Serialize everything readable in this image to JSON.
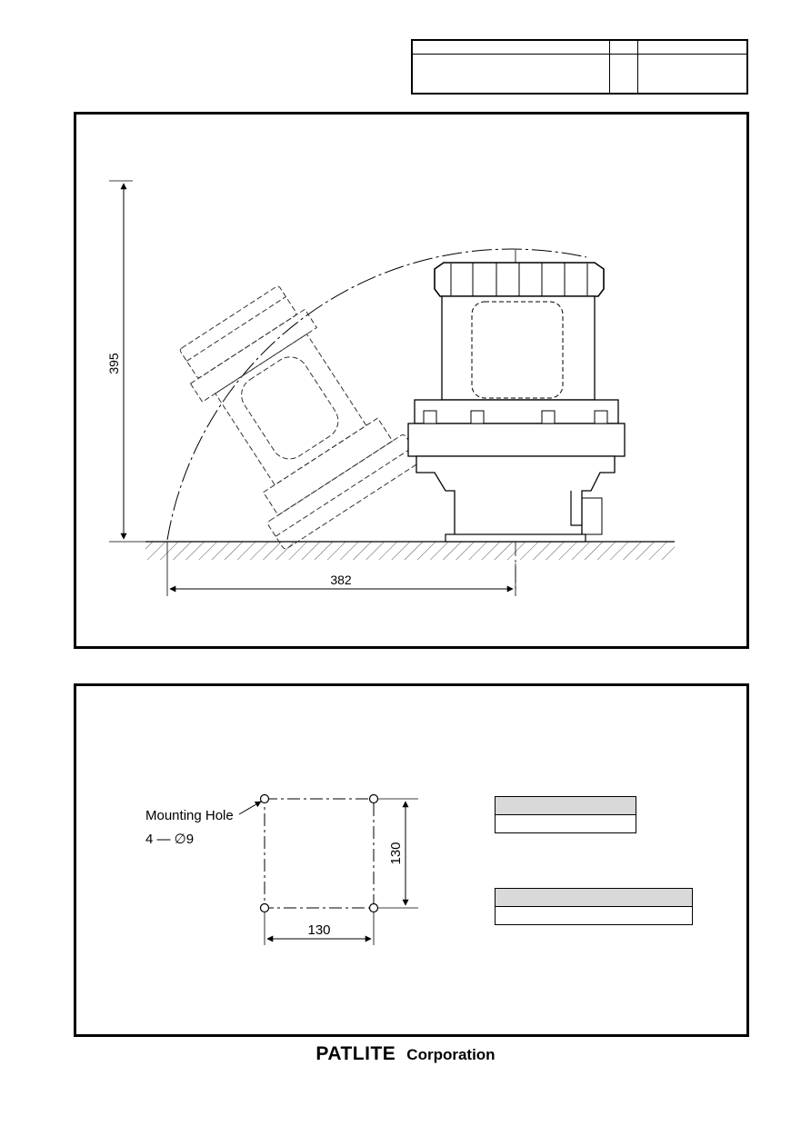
{
  "side_view": {
    "height_dimension": "395",
    "width_dimension": "382"
  },
  "mounting": {
    "hole_label": "Mounting Hole",
    "hole_spec": "4 — ∅9",
    "vertical_dimension": "130",
    "horizontal_dimension": "130"
  },
  "footer": {
    "brand": "PATLITE",
    "suffix": "Corporation"
  }
}
